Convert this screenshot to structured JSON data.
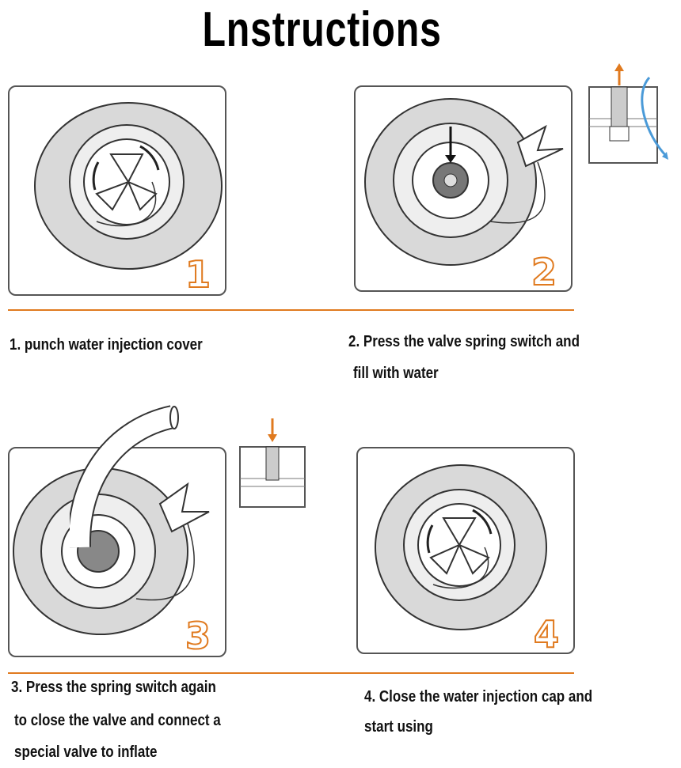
{
  "title": "Lnstructions",
  "accent_color": "#e07a1f",
  "steps": [
    {
      "number": "1",
      "lines": [
        "1. punch water injection cover"
      ]
    },
    {
      "number": "2",
      "lines": [
        "2. Press the valve spring switch and",
        "fill with water"
      ]
    },
    {
      "number": "3",
      "lines": [
        "3. Press the spring switch again",
        "to close the valve and connect a",
        "special valve to inflate"
      ]
    },
    {
      "number": "4",
      "lines": [
        "4. Close the water injection cap and",
        "start using"
      ]
    }
  ]
}
